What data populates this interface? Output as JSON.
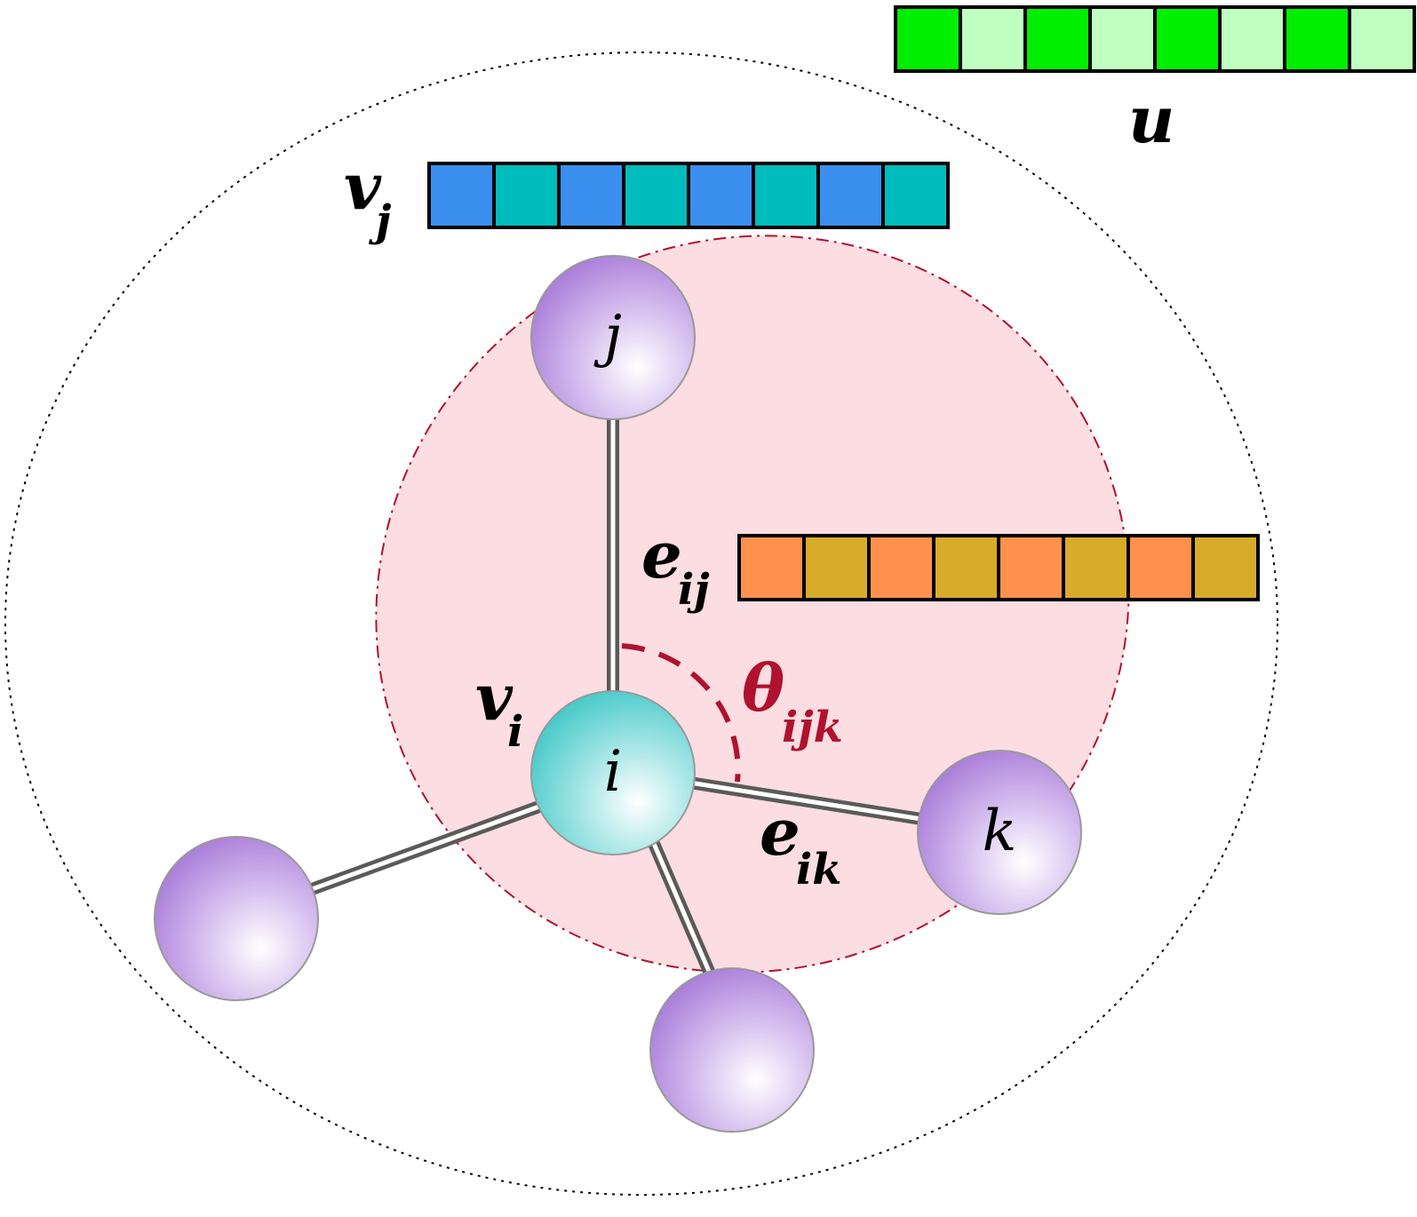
{
  "colors": {
    "vector_u": [
      "#00ee00",
      "#bfffbf"
    ],
    "vector_vj": [
      "#3a8fee",
      "#00bcbc"
    ],
    "vector_eij": [
      "#ff914d",
      "#d9ab2a"
    ],
    "node_neighbor": "#a87ad8",
    "node_center": "#42c8c8",
    "neighborhood_fill": "#fbdde2",
    "neighborhood_stroke": "#b0122e",
    "angle": "#b0122e",
    "bond": "#5a5a5a"
  },
  "vectors": {
    "u": {
      "label": "u",
      "cells": 8
    },
    "vj": {
      "label_base": "v",
      "label_sub": "j",
      "cells": 8
    },
    "eij": {
      "cells": 8
    }
  },
  "nodes": {
    "j": "j",
    "i": "i",
    "k": "k"
  },
  "labels": {
    "vi_base": "v",
    "vi_sub": "i",
    "eij_base": "e",
    "eij_sub": "ij",
    "eik_base": "e",
    "eik_sub": "ik",
    "theta_base": "θ",
    "theta_sub": "ijk"
  },
  "unlabeled_neighbors": 2
}
